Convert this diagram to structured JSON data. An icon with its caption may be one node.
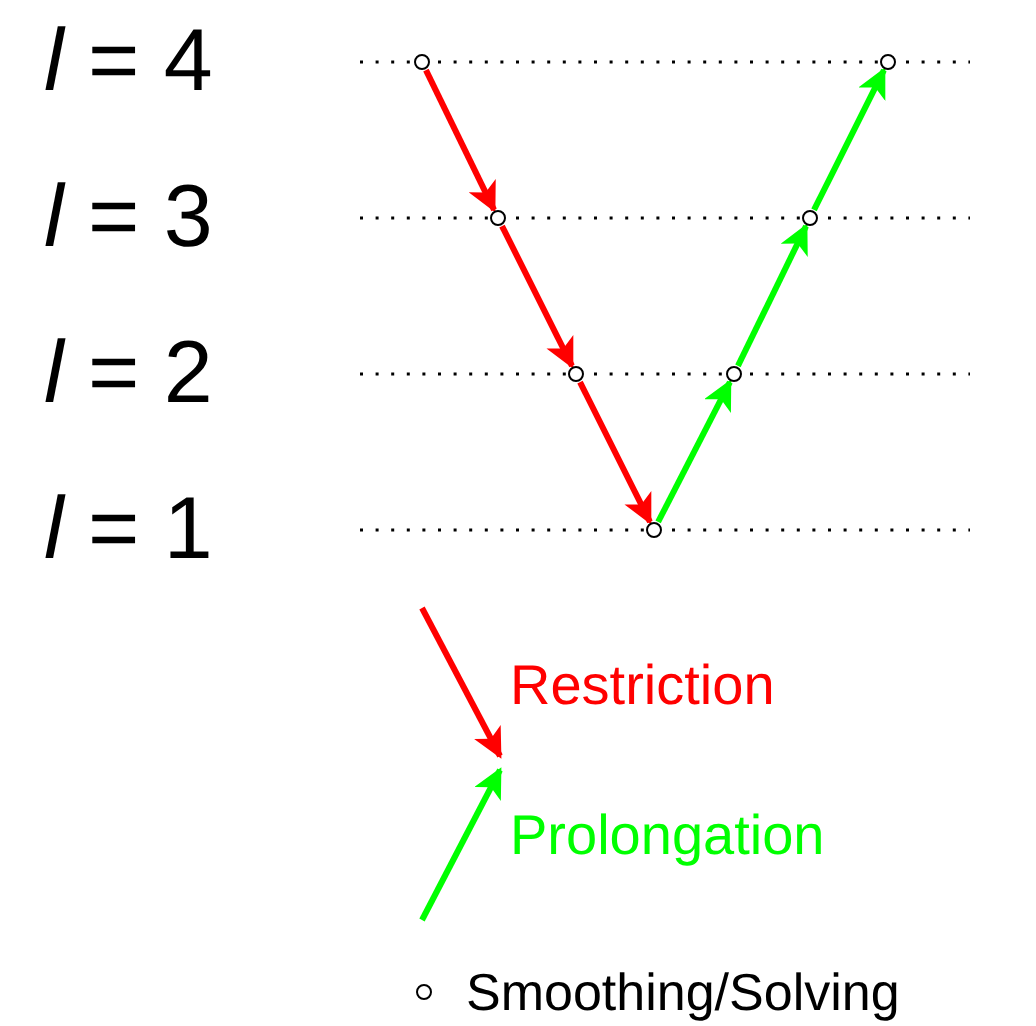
{
  "diagram": {
    "nodes": [
      {
        "text": [],
        "shape": "circle"
      },
      {
        "text": [],
        "shape": "circle"
      },
      {
        "text": [],
        "shape": "circle"
      },
      {
        "text": [],
        "shape": "circle"
      },
      {
        "text": [],
        "shape": "circle"
      },
      {
        "text": [],
        "shape": "circle"
      },
      {
        "text": [],
        "shape": "circle"
      }
    ],
    "edges": [
      {
        "from": 0,
        "to": 1,
        "arrow": "to",
        "color": "#ff0000"
      },
      {
        "from": 1,
        "to": 2,
        "arrow": "to",
        "color": "#ff0000"
      },
      {
        "from": 2,
        "to": 3,
        "arrow": "to",
        "color": "#ff0000"
      },
      {
        "from": 3,
        "to": 4,
        "arrow": "to",
        "color": "#00ff00"
      },
      {
        "from": 4,
        "to": 5,
        "arrow": "to",
        "color": "#00ff00"
      },
      {
        "from": 5,
        "to": 6,
        "arrow": "to",
        "color": "#00ff00"
      }
    ],
    "labels": [
      "*l* = 4",
      "*l* = 3",
      "*l* = 2",
      "*l* = 1"
    ],
    "legend": [
      {
        "text": "Restriction"
      },
      {
        "text": "Prolongation"
      },
      {
        "text": "Smoothing/Solving"
      }
    ]
  }
}
